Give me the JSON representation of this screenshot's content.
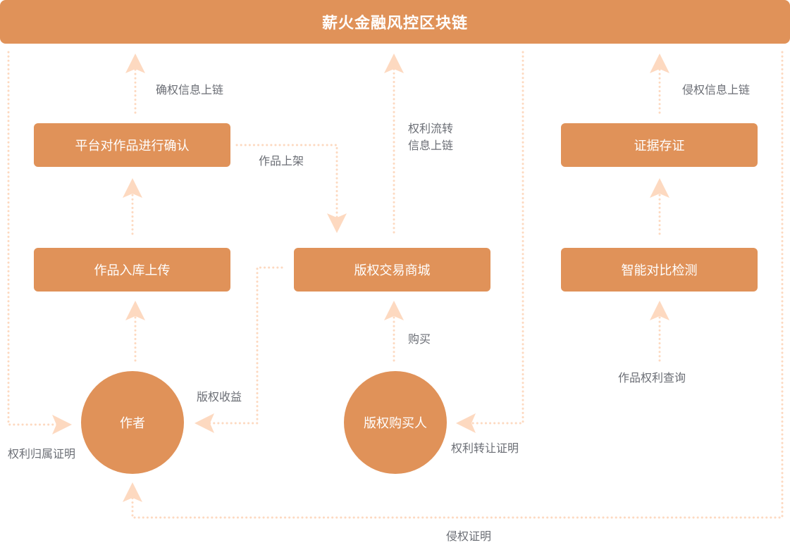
{
  "title": "薪火金融风控区块链",
  "colors": {
    "node_fill": "#E09259",
    "node_text": "#FFFFFF",
    "connector": "#FDD9C0",
    "label_text": "#6B6E75"
  },
  "nodes": {
    "platform_confirm": "平台对作品进行确认",
    "upload": "作品入库上传",
    "market": "版权交易商城",
    "evidence": "证据存证",
    "detection": "智能对比检测",
    "author": "作者",
    "buyer": "版权购买人"
  },
  "edge_labels": {
    "confirm_onchain": "确权信息上链",
    "listing": "作品上架",
    "transfer_onchain_line1": "权利流转",
    "transfer_onchain_line2": "信息上链",
    "infringe_onchain": "侵权信息上链",
    "royalty": "版权收益",
    "purchase": "购买",
    "rights_query": "作品权利查询",
    "ownership_proof": "权利归属证明",
    "transfer_proof": "权利转让证明",
    "infringe_proof": "侵权证明"
  }
}
